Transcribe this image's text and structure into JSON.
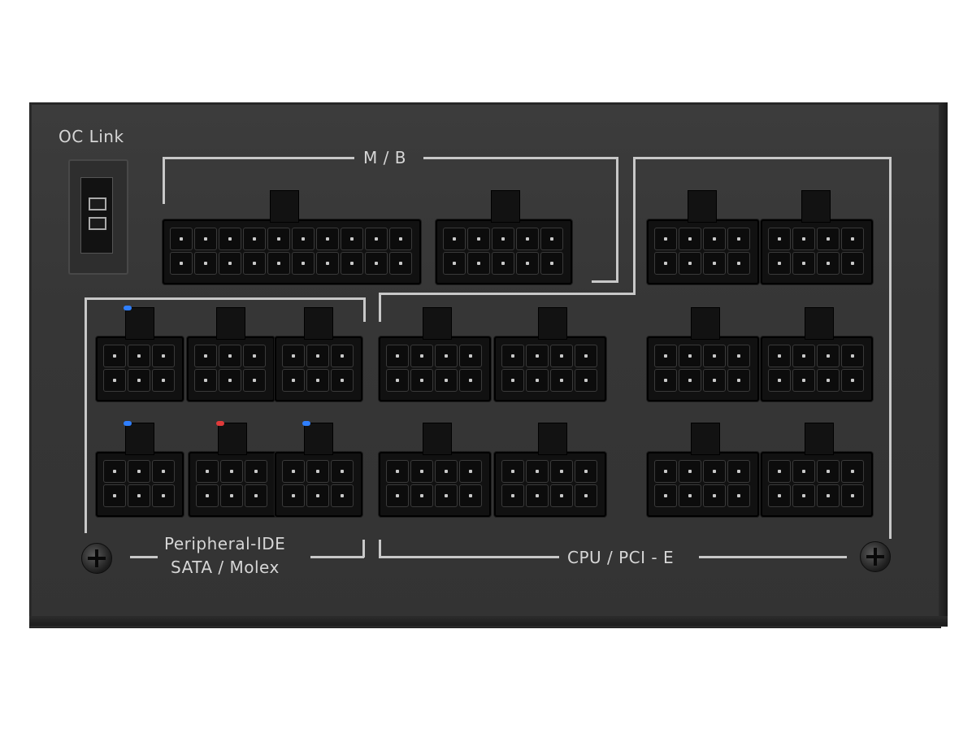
{
  "labels": {
    "oc_link": "OC Link",
    "mb": "M / B",
    "peripheral_line1": "Peripheral-IDE",
    "peripheral_line2": "SATA / Molex",
    "cpu_pcie": "CPU / PCI - E"
  },
  "colors": {
    "body": "#363636",
    "silkscreen": "#d6d6d6",
    "connector": "#111111",
    "pin_contact": "#c9c9c9",
    "peripheral_marker_blue": "#2f7fff",
    "peripheral_marker_red": "#e03a3a"
  }
}
